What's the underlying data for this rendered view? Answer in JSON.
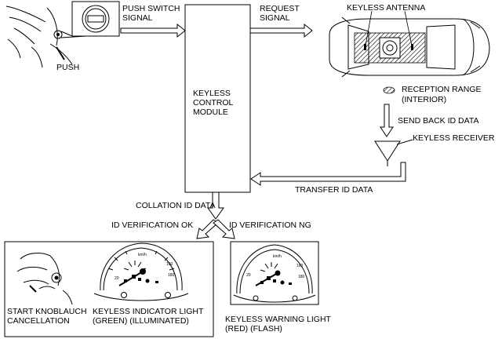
{
  "labels": {
    "push": "PUSH",
    "push_switch_signal": [
      "PUSH SWITCH",
      "SIGNAL"
    ],
    "request_signal": [
      "REQUEST",
      "SIGNAL"
    ],
    "keyless_antenna": "KEYLESS ANTENNA",
    "control_module": [
      "KEYLESS",
      "CONTROL",
      "MODULE"
    ],
    "reception_range": [
      "RECEPTION RANGE",
      "(INTERIOR)"
    ],
    "send_back_id": "SEND BACK ID DATA",
    "keyless_receiver": "KEYLESS RECEIVER",
    "transfer_id": "TRANSFER ID DATA",
    "collation_id": "COLLATION ID DATA",
    "verification_ok": "ID VERIFICATION OK",
    "verification_ng": "ID VERIFICATION NG",
    "start_knob": [
      "START KNOBLAUCH",
      "CANCELLATION"
    ],
    "indicator_light": [
      "KEYLESS INDICATOR LIGHT",
      "(GREEN) (ILLUMINATED)"
    ],
    "warning_light": [
      "KEYLESS WARNING LIGHT",
      "(RED) (FLASH)"
    ],
    "gauge_unit": "km/h",
    "gauge_ticks": [
      "20",
      "160",
      "180"
    ]
  }
}
